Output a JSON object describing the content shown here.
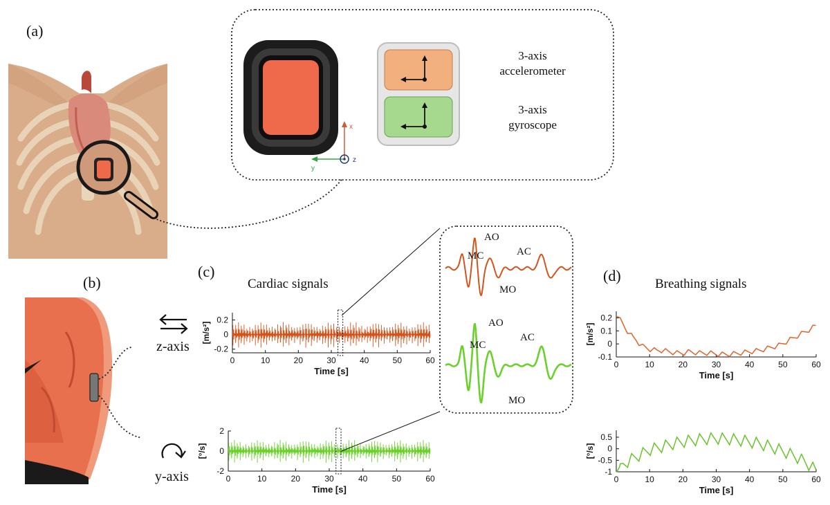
{
  "panels": {
    "a": "(a)",
    "b": "(b)",
    "c": "(c)",
    "d": "(d)"
  },
  "sensor": {
    "accel_line1": "3-axis",
    "accel_line2": "accelerometer",
    "gyro_line1": "3-axis",
    "gyro_line2": "gyroscope",
    "axis_x": "x",
    "axis_y": "y",
    "axis_z": "z"
  },
  "axes_labels": {
    "z_axis": "z-axis",
    "y_axis": "y-axis"
  },
  "cardiac": {
    "title": "Cardiac signals",
    "accel_chart": {
      "type": "line",
      "xlabel": "Time [s]",
      "ylabel": "[m/s²]",
      "xlim": [
        0,
        60
      ],
      "ylim": [
        -0.25,
        0.3
      ],
      "xticks": [
        "0",
        "10",
        "20",
        "30",
        "40",
        "50",
        "60"
      ],
      "yticks": [
        "0.2",
        "0",
        "-0.2"
      ],
      "ytick_values": [
        0.2,
        0,
        -0.2
      ],
      "color": "#d2541c",
      "beat_period_s": 0.85,
      "amplitude": 0.2,
      "window": [
        32,
        33.5
      ]
    },
    "gyro_chart": {
      "type": "line",
      "xlabel": "Time [s]",
      "ylabel": "[°/s]",
      "xlim": [
        0,
        60
      ],
      "ylim": [
        -2,
        2
      ],
      "xticks": [
        "0",
        "10",
        "20",
        "30",
        "40",
        "50",
        "60"
      ],
      "yticks": [
        "2",
        "0",
        "-2"
      ],
      "ytick_values": [
        2,
        0,
        -2
      ],
      "color": "#6ad12a",
      "beat_period_s": 0.85,
      "amplitude": 1.3,
      "window": [
        32,
        33.5
      ]
    },
    "zoom": {
      "accel_labels": {
        "mc": "MC",
        "ao": "AO",
        "ac": "AC",
        "mo": "MO"
      },
      "gyro_labels": {
        "mc": "MC",
        "ao": "AO",
        "ac": "AC",
        "mo": "MO"
      }
    }
  },
  "breathing": {
    "title": "Breathing signals",
    "accel_chart": {
      "type": "line",
      "xlabel": "Time [s]",
      "ylabel": "[m/s²]",
      "xlim": [
        0,
        60
      ],
      "ylim": [
        -0.1,
        0.25
      ],
      "xticks": [
        "0",
        "10",
        "20",
        "30",
        "40",
        "50",
        "60"
      ],
      "yticks": [
        "0.2",
        "0.1",
        "0",
        "-0.1"
      ],
      "ytick_values": [
        0.2,
        0.1,
        0,
        -0.1
      ],
      "color": "#e0642a",
      "x": [
        0,
        1,
        2,
        3,
        4,
        5,
        6,
        7,
        8,
        10,
        12,
        14,
        16,
        18,
        20,
        22,
        25,
        28,
        31,
        34,
        37,
        40,
        43,
        46,
        49,
        52,
        55,
        58,
        60
      ],
      "y": [
        0.23,
        0.19,
        0.15,
        0.11,
        0.08,
        0.05,
        0.03,
        0.0,
        -0.02,
        -0.04,
        -0.05,
        -0.05,
        -0.06,
        -0.07,
        -0.07,
        -0.06,
        -0.07,
        -0.07,
        -0.08,
        -0.08,
        -0.07,
        -0.06,
        -0.05,
        -0.03,
        -0.01,
        0.03,
        0.07,
        0.11,
        0.14
      ],
      "breath_period_s": 3.4,
      "breath_amplitude": 0.018
    },
    "gyro_chart": {
      "type": "line",
      "xlabel": "Time [s]",
      "ylabel": "[°/s]",
      "xlim": [
        0,
        60
      ],
      "ylim": [
        -1,
        0.8
      ],
      "xticks": [
        "0",
        "10",
        "20",
        "30",
        "40",
        "50",
        "60"
      ],
      "yticks": [
        "0.5",
        "0",
        "-0.5",
        "-1"
      ],
      "ytick_values": [
        0.5,
        0,
        -0.5,
        -1
      ],
      "color": "#6ac22a",
      "x": [
        0,
        1,
        2,
        4,
        6,
        8,
        10,
        14,
        18,
        22,
        26,
        30,
        34,
        38,
        42,
        46,
        50,
        54,
        57,
        60
      ],
      "y": [
        -0.8,
        -0.95,
        -0.7,
        -0.5,
        -0.35,
        -0.2,
        -0.05,
        0.1,
        0.25,
        0.35,
        0.42,
        0.45,
        0.42,
        0.35,
        0.25,
        0.1,
        -0.1,
        -0.35,
        -0.6,
        -0.95
      ],
      "breath_period_s": 3.4,
      "breath_amplitude": 0.25
    }
  }
}
